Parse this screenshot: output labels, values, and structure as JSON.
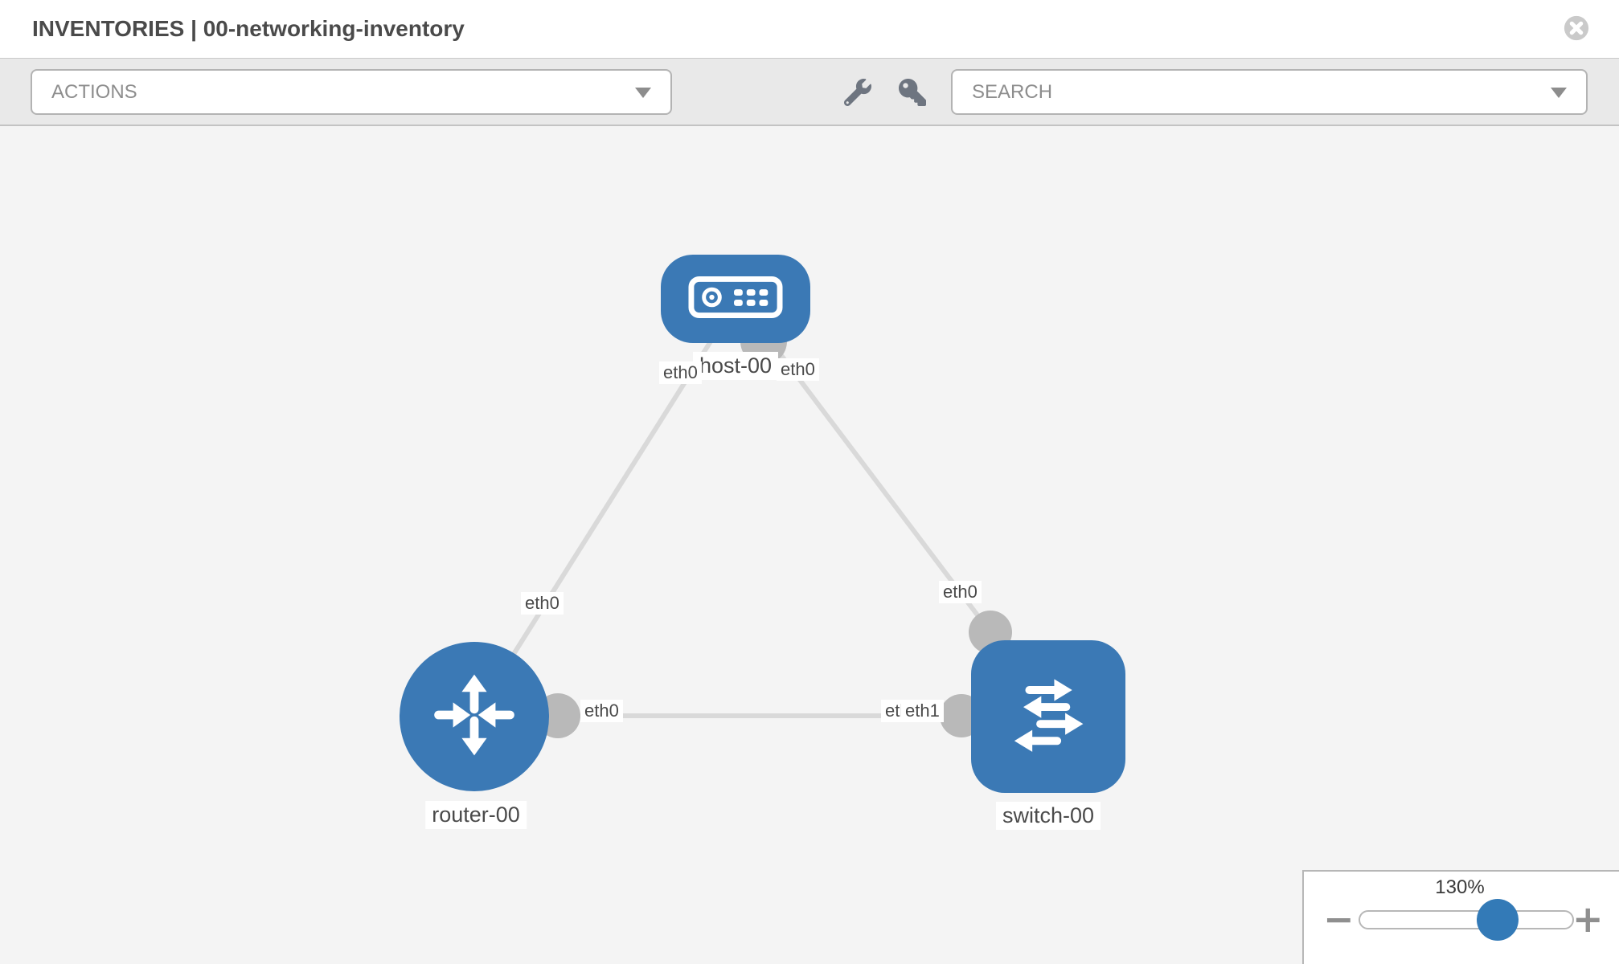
{
  "header": {
    "title": "INVENTORIES | 00-networking-inventory"
  },
  "toolbar": {
    "actions_label": "ACTIONS",
    "search_placeholder": "SEARCH"
  },
  "icons": {
    "close": "circle-x",
    "wrench": "wrench",
    "key": "key",
    "actions_caret": "chevron-down",
    "search_caret": "chevron-down",
    "zoom_minus": "minus",
    "zoom_plus": "plus"
  },
  "topology": {
    "nodes": [
      {
        "label": "host-00",
        "type": "host"
      },
      {
        "label": "router-00",
        "type": "router"
      },
      {
        "label": "switch-00",
        "type": "switch"
      }
    ],
    "links": [
      {
        "from": "host-00",
        "to": "router-00",
        "from_interface": "eth0",
        "to_interface": "eth0"
      },
      {
        "from": "host-00",
        "to": "switch-00",
        "from_interface": "eth0",
        "to_interface": "eth0"
      },
      {
        "from": "router-00",
        "to": "switch-00",
        "from_interface": "eth0",
        "to_interface": "eth1"
      }
    ],
    "partially_hidden_interface_label": "eth0"
  },
  "zoom_control": {
    "value": "130%",
    "minus_label": "−",
    "plus_label": "+"
  },
  "colors": {
    "node_blue": "#3b79b5",
    "accent_blue": "#337ab7",
    "link_gray": "#d9d9d9",
    "connector_gray": "#b9b9b9",
    "canvas_bg": "#f4f4f4",
    "toolbar_bg": "#e9e9e9"
  }
}
